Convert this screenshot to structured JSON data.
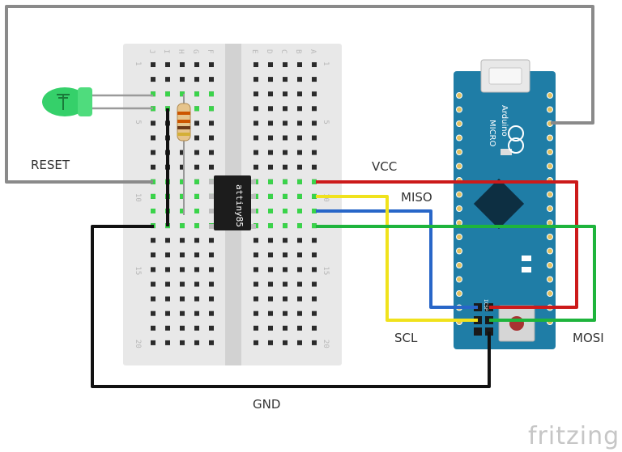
{
  "labels": {
    "reset": "RESET",
    "vcc": "VCC",
    "miso": "MISO",
    "scl": "SCL",
    "mosi": "MOSI",
    "gnd": "GND"
  },
  "chip": {
    "name": "attiny85"
  },
  "arduino": {
    "name": "Arduino",
    "model": "MICRO",
    "icsp": "ICSP"
  },
  "breadboard": {
    "columns_left": [
      "J",
      "I",
      "H",
      "G",
      "F"
    ],
    "columns_right": [
      "E",
      "D",
      "C",
      "B",
      "A"
    ],
    "row_numbers": [
      "1",
      "5",
      "10",
      "15",
      "20"
    ]
  },
  "watermark": "fritzing",
  "colors": {
    "vcc": "#cc1a1a",
    "miso": "#2866c8",
    "scl": "#f0e21c",
    "mosi": "#1eb43c",
    "gnd": "#111111",
    "reset": "#8a8a8a",
    "arduino": "#1f7da6",
    "breadboard": "#e8e8e8",
    "led": "#35d06a"
  }
}
